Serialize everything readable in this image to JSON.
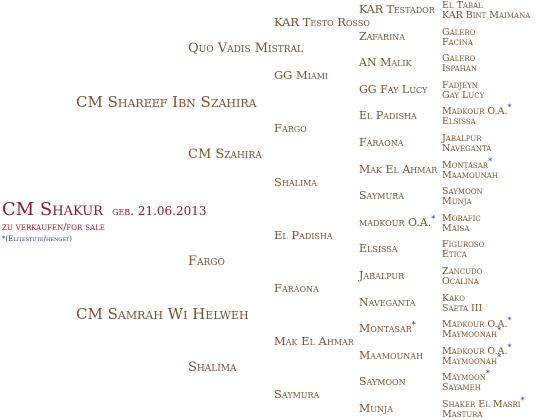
{
  "horse": {
    "name": "CM Shakur",
    "born": "geb. 21.06.2013",
    "sale": "zu verkaufen/for sale",
    "legend_mark": "*",
    "legend": "(Elitestute/hengst)"
  },
  "gen1": {
    "sire": "CM Shareef Ibn Szahira",
    "dam": "CM Samrah Wi Helweh"
  },
  "gen2": [
    "Quo Vadis Mistral",
    "CM Szahira",
    "Fargo",
    "Shalima"
  ],
  "gen3": [
    "KAR Testo Rosso",
    "GG Miami",
    "Fargo",
    "Shalima",
    "El Padisha",
    "Faraona",
    "Mak El Ahmar",
    "Saymura"
  ],
  "gen4": [
    "KAR Testador",
    "Zafarina",
    "AN Malik",
    "GG Fay Lucy",
    "El Padisha",
    "Faraona",
    "Mak El Ahmar",
    "Saymura",
    "madkour O.A.",
    "Elsissa",
    "Jabalpur",
    "Naveganta",
    "Montasar",
    "Maamounah",
    "Saymoon",
    "Munja"
  ],
  "gen4_star": [
    false,
    false,
    false,
    false,
    false,
    false,
    false,
    false,
    true,
    false,
    false,
    false,
    true,
    false,
    false,
    false
  ],
  "gen5": [
    [
      "El Tabal",
      "KAR Bint Maimana"
    ],
    [
      "Galero",
      "Facina"
    ],
    [
      "Galero",
      "Ispahan"
    ],
    [
      "Fadjeyn",
      "Gay Lucy"
    ],
    [
      "Madkour O.A.",
      "Elsissa"
    ],
    [
      "Jabalpur",
      "Naveganta"
    ],
    [
      "Montasar",
      "Maamounah"
    ],
    [
      "Saymoon",
      "Munja"
    ],
    [
      "Morafic",
      "Maisa"
    ],
    [
      "Figuroso",
      "Etica"
    ],
    [
      "Zancudo",
      "Ocalina"
    ],
    [
      "Kako",
      "Saeta III"
    ],
    [
      "Madkour O.A.",
      "Maymoonah"
    ],
    [
      "Madkour O.A.",
      "Maymoonah"
    ],
    [
      "Maymoon",
      "Sayameh"
    ],
    [
      "Shaker El Masri",
      "Mastura"
    ]
  ],
  "gen5_star": [
    [
      false,
      false
    ],
    [
      false,
      false
    ],
    [
      false,
      false
    ],
    [
      false,
      false
    ],
    [
      true,
      false
    ],
    [
      false,
      false
    ],
    [
      true,
      false
    ],
    [
      false,
      false
    ],
    [
      false,
      false
    ],
    [
      false,
      false
    ],
    [
      false,
      false
    ],
    [
      false,
      false
    ],
    [
      true,
      true
    ],
    [
      true,
      true
    ],
    [
      true,
      false
    ],
    [
      true,
      false
    ]
  ]
}
